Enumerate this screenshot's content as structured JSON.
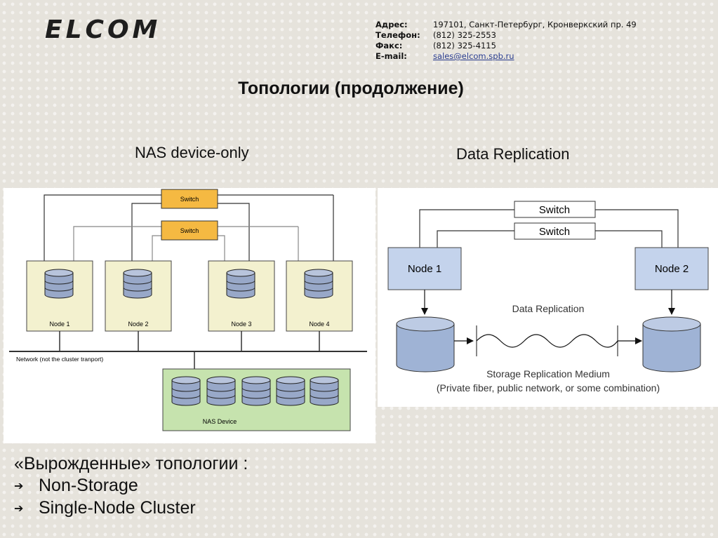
{
  "logo": "ELCOM",
  "contacts": [
    {
      "label": "Адрес:",
      "value": "197101, Санкт-Петербург, Кронверкский пр. 49"
    },
    {
      "label": "Телефон:",
      "value": "(812) 325-2553"
    },
    {
      "label": "Факс:",
      "value": "(812) 325-4115"
    },
    {
      "label": "E-mail:",
      "value": "sales@elcom.spb.ru"
    }
  ],
  "title": "Топологии (продолжение)",
  "left_diagram": {
    "caption": "NAS device-only",
    "switch1": "Switch",
    "switch2": "Switch",
    "nodes": [
      "Node 1",
      "Node 2",
      "Node 3",
      "Node 4"
    ],
    "network_label": "Network (not the cluster tranport)",
    "nas_label": "NAS Device"
  },
  "right_diagram": {
    "caption": "Data Replication",
    "switch1": "Switch",
    "switch2": "Switch",
    "node1": "Node 1",
    "node2": "Node 2",
    "replication_label": "Data Replication",
    "medium_line1": "Storage Replication Medium",
    "medium_line2": "(Private fiber, public network, or some combination)"
  },
  "bullets": {
    "heading": "«Вырожденные» топологии :",
    "items": [
      "Non-Storage",
      "Single-Node Cluster"
    ],
    "arrow_glyph": "➔"
  }
}
